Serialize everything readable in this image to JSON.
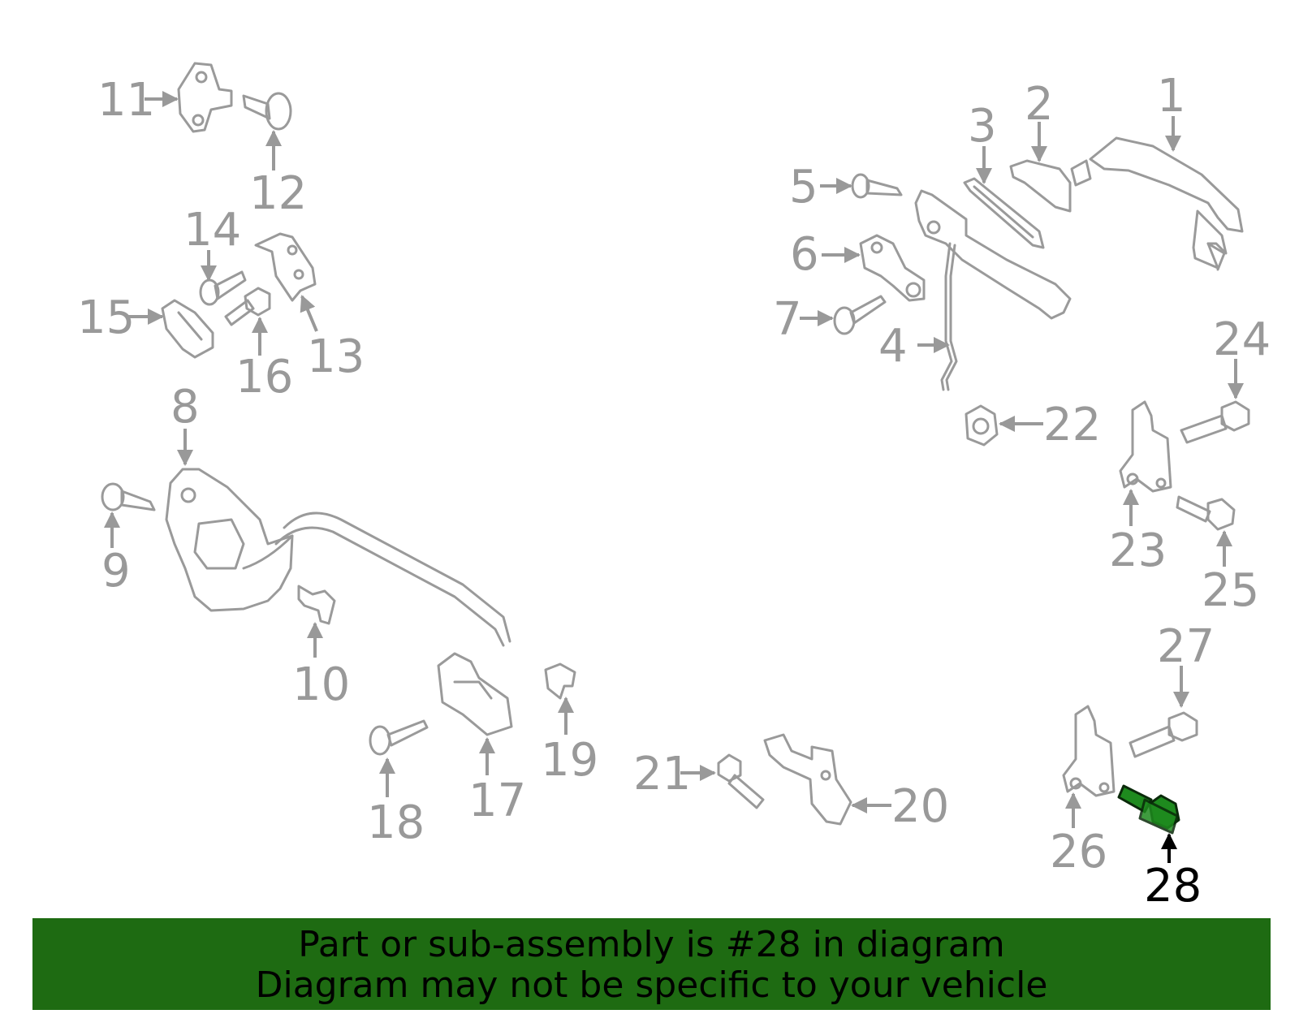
{
  "diagram": {
    "callouts": [
      "1",
      "2",
      "3",
      "4",
      "5",
      "6",
      "7",
      "8",
      "9",
      "10",
      "11",
      "12",
      "13",
      "14",
      "15",
      "16",
      "17",
      "18",
      "19",
      "20",
      "21",
      "22",
      "23",
      "24",
      "25",
      "26",
      "27",
      "28"
    ],
    "highlighted_callout": "28",
    "colors": {
      "line_art": "#9a9a9a",
      "highlight_part": "#1e8a1e",
      "highlight_label": "#000000",
      "banner_background": "#1e6b12"
    }
  },
  "banner": {
    "line1": "Part or sub-assembly is #28 in diagram",
    "line2": "Diagram may not be specific to your vehicle"
  }
}
